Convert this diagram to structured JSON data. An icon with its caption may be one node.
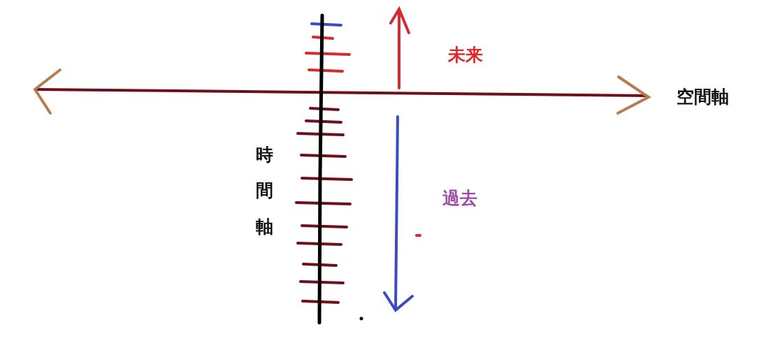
{
  "diagram": {
    "labels": [
      "未来",
      "空間軸",
      "時間軸",
      "過去"
    ]
  }
}
